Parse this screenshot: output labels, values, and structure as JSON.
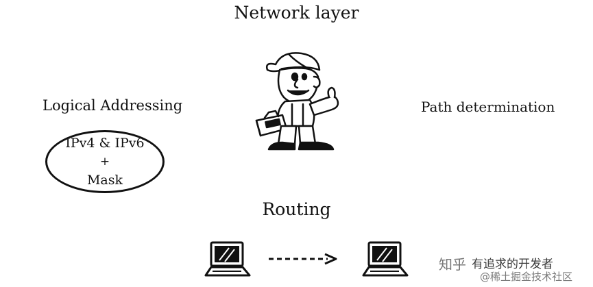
{
  "title": "Network layer",
  "left": {
    "label": "Logical Addressing",
    "oval": {
      "line1": "IPv4 & IPv6",
      "line2": "+",
      "line3": "Mask"
    }
  },
  "right": {
    "label": "Path determination"
  },
  "center": {
    "illustration": "cartoon-worker-with-toolbox"
  },
  "bottom": {
    "label": "Routing",
    "left_icon": "laptop-icon",
    "right_icon": "laptop-icon",
    "arrow": "dashed-arrow-right"
  },
  "watermark": {
    "logo": "知乎",
    "main": "有追求的开发者",
    "sub": "@稀土掘金技术社区"
  },
  "colors": {
    "ink": "#111111",
    "background": "#ffffff",
    "watermark": "#7a7a7a"
  }
}
